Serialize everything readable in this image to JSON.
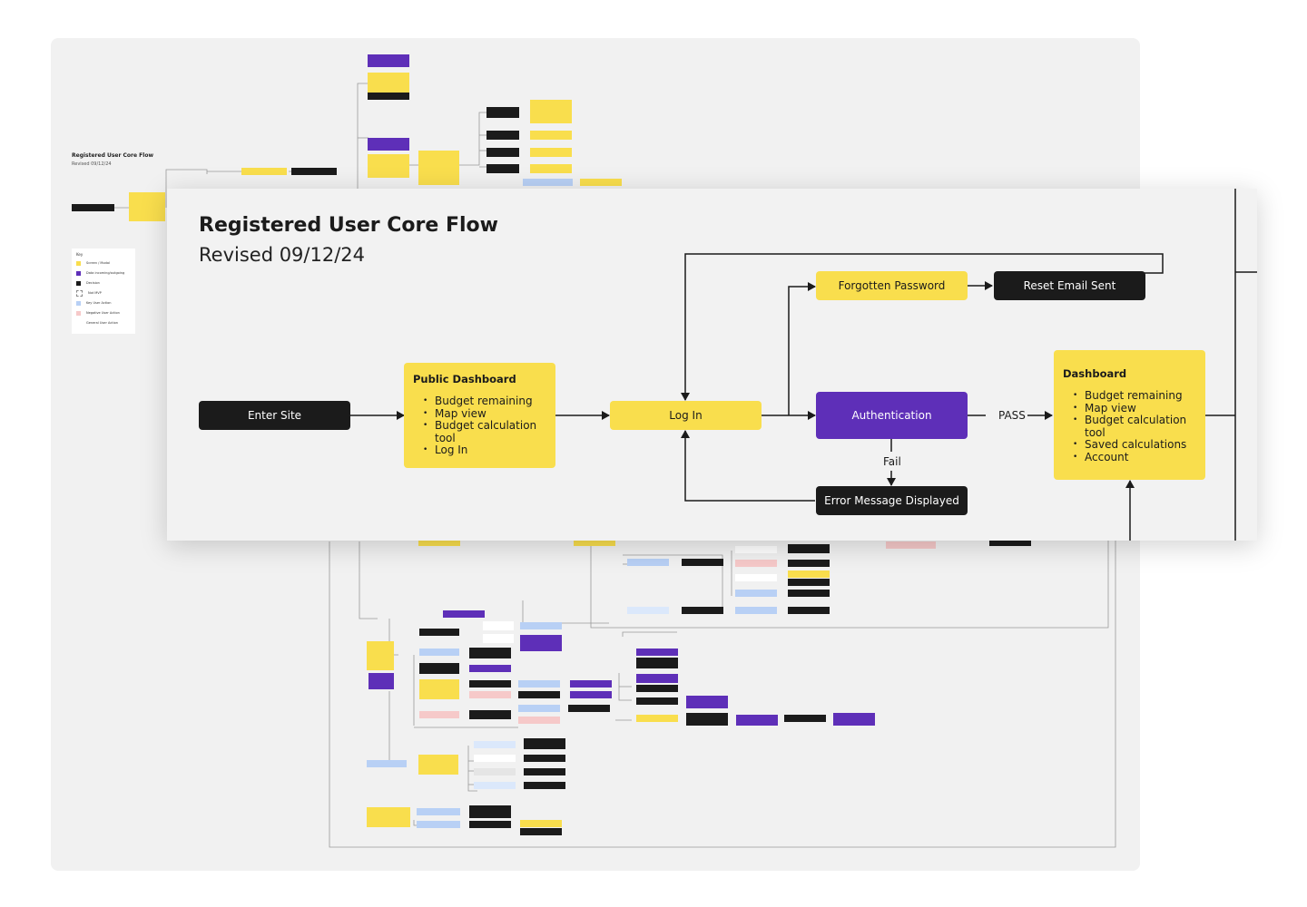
{
  "background_board": {
    "title": "Registered User Core Flow",
    "subtitle": "Revised 09/12/24",
    "key": {
      "title": "Key",
      "items": [
        {
          "label": "Screen / Modal",
          "color": "#f9de4d"
        },
        {
          "label": "Data incoming/outgoing",
          "color": "#5e2fb8"
        },
        {
          "label": "Decision",
          "color": "#1b1b1b"
        },
        {
          "label": "Not MVP",
          "color": "#ffffff"
        },
        {
          "label": "Key User Action",
          "color": "#b8d0f5"
        },
        {
          "label": "Negative User Action",
          "color": "#f6c9c9"
        },
        {
          "label": "General User Action",
          "color": "#ffffff"
        }
      ]
    }
  },
  "flow": {
    "title": "Registered User Core Flow",
    "subtitle": "Revised 09/12/24",
    "nodes": {
      "enter_site": "Enter Site",
      "public_dashboard": {
        "title": "Public Dashboard",
        "items": [
          "Budget remaining",
          "Map view",
          "Budget calculation tool",
          "Log In"
        ]
      },
      "log_in": "Log In",
      "forgotten_password": "Forgotten Password",
      "reset_email_sent": "Reset Email Sent",
      "authentication": "Authentication",
      "error_message": "Error Message Displayed",
      "dashboard": {
        "title": "Dashboard",
        "items": [
          "Budget remaining",
          "Map view",
          "Budget calculation tool",
          "Saved calculations",
          "Account"
        ]
      }
    },
    "edge_labels": {
      "pass": "PASS",
      "fail": "Fail"
    }
  },
  "colors": {
    "screen": "#f9de4d",
    "data": "#5e2fb8",
    "decision": "#1b1b1b",
    "card_bg": "#f2f2f2",
    "board_bg": "#f1f1f1"
  }
}
